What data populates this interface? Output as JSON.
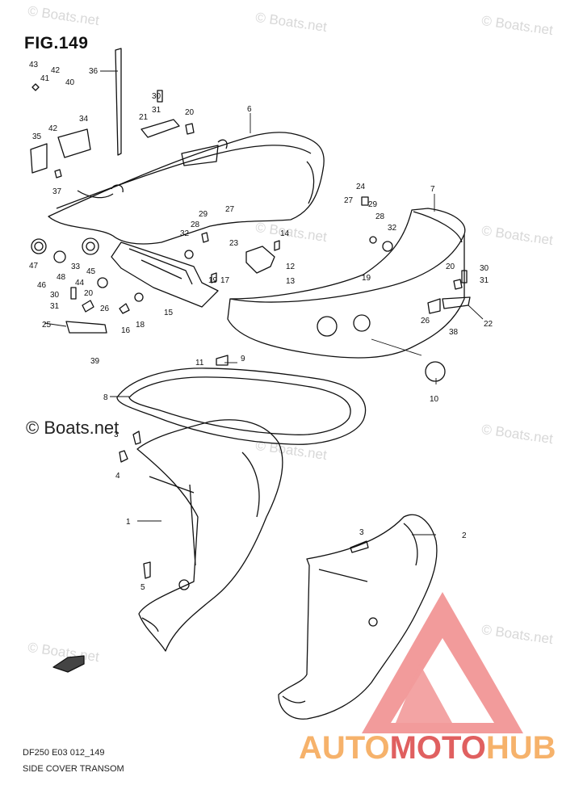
{
  "figure": {
    "title": "FIG.149",
    "code": "DF250 E03 012_149",
    "caption": "SIDE COVER TRANSOM"
  },
  "copyright": "© Boats.net",
  "watermark": {
    "text": "© Boats.net",
    "color": "#d8d8d8"
  },
  "branding": {
    "part1": "AUTO",
    "part2": "MOTO",
    "part3": "HUB",
    "colors": {
      "light": "#f6b26b",
      "accent": "#e06060",
      "logo": "#f08a8a"
    }
  },
  "fwd_arrow": "FWD",
  "callouts": [
    {
      "num": "43"
    },
    {
      "num": "42"
    },
    {
      "num": "41"
    },
    {
      "num": "40"
    },
    {
      "num": "42"
    },
    {
      "num": "36"
    },
    {
      "num": "35"
    },
    {
      "num": "34"
    },
    {
      "num": "37"
    },
    {
      "num": "30"
    },
    {
      "num": "31"
    },
    {
      "num": "21"
    },
    {
      "num": "20"
    },
    {
      "num": "6"
    },
    {
      "num": "47"
    },
    {
      "num": "48"
    },
    {
      "num": "33"
    },
    {
      "num": "45"
    },
    {
      "num": "44"
    },
    {
      "num": "46"
    },
    {
      "num": "32"
    },
    {
      "num": "28"
    },
    {
      "num": "29"
    },
    {
      "num": "27"
    },
    {
      "num": "23"
    },
    {
      "num": "19"
    },
    {
      "num": "17"
    },
    {
      "num": "14"
    },
    {
      "num": "12"
    },
    {
      "num": "13"
    },
    {
      "num": "24"
    },
    {
      "num": "27"
    },
    {
      "num": "29"
    },
    {
      "num": "28"
    },
    {
      "num": "32"
    },
    {
      "num": "7"
    },
    {
      "num": "19"
    },
    {
      "num": "20"
    },
    {
      "num": "30"
    },
    {
      "num": "31"
    },
    {
      "num": "30"
    },
    {
      "num": "31"
    },
    {
      "num": "20"
    },
    {
      "num": "26"
    },
    {
      "num": "25"
    },
    {
      "num": "16"
    },
    {
      "num": "18"
    },
    {
      "num": "15"
    },
    {
      "num": "39"
    },
    {
      "num": "26"
    },
    {
      "num": "38"
    },
    {
      "num": "22"
    },
    {
      "num": "11"
    },
    {
      "num": "9"
    },
    {
      "num": "10"
    },
    {
      "num": "8"
    },
    {
      "num": "3"
    },
    {
      "num": "4"
    },
    {
      "num": "1"
    },
    {
      "num": "5"
    },
    {
      "num": "3"
    },
    {
      "num": "2"
    }
  ]
}
